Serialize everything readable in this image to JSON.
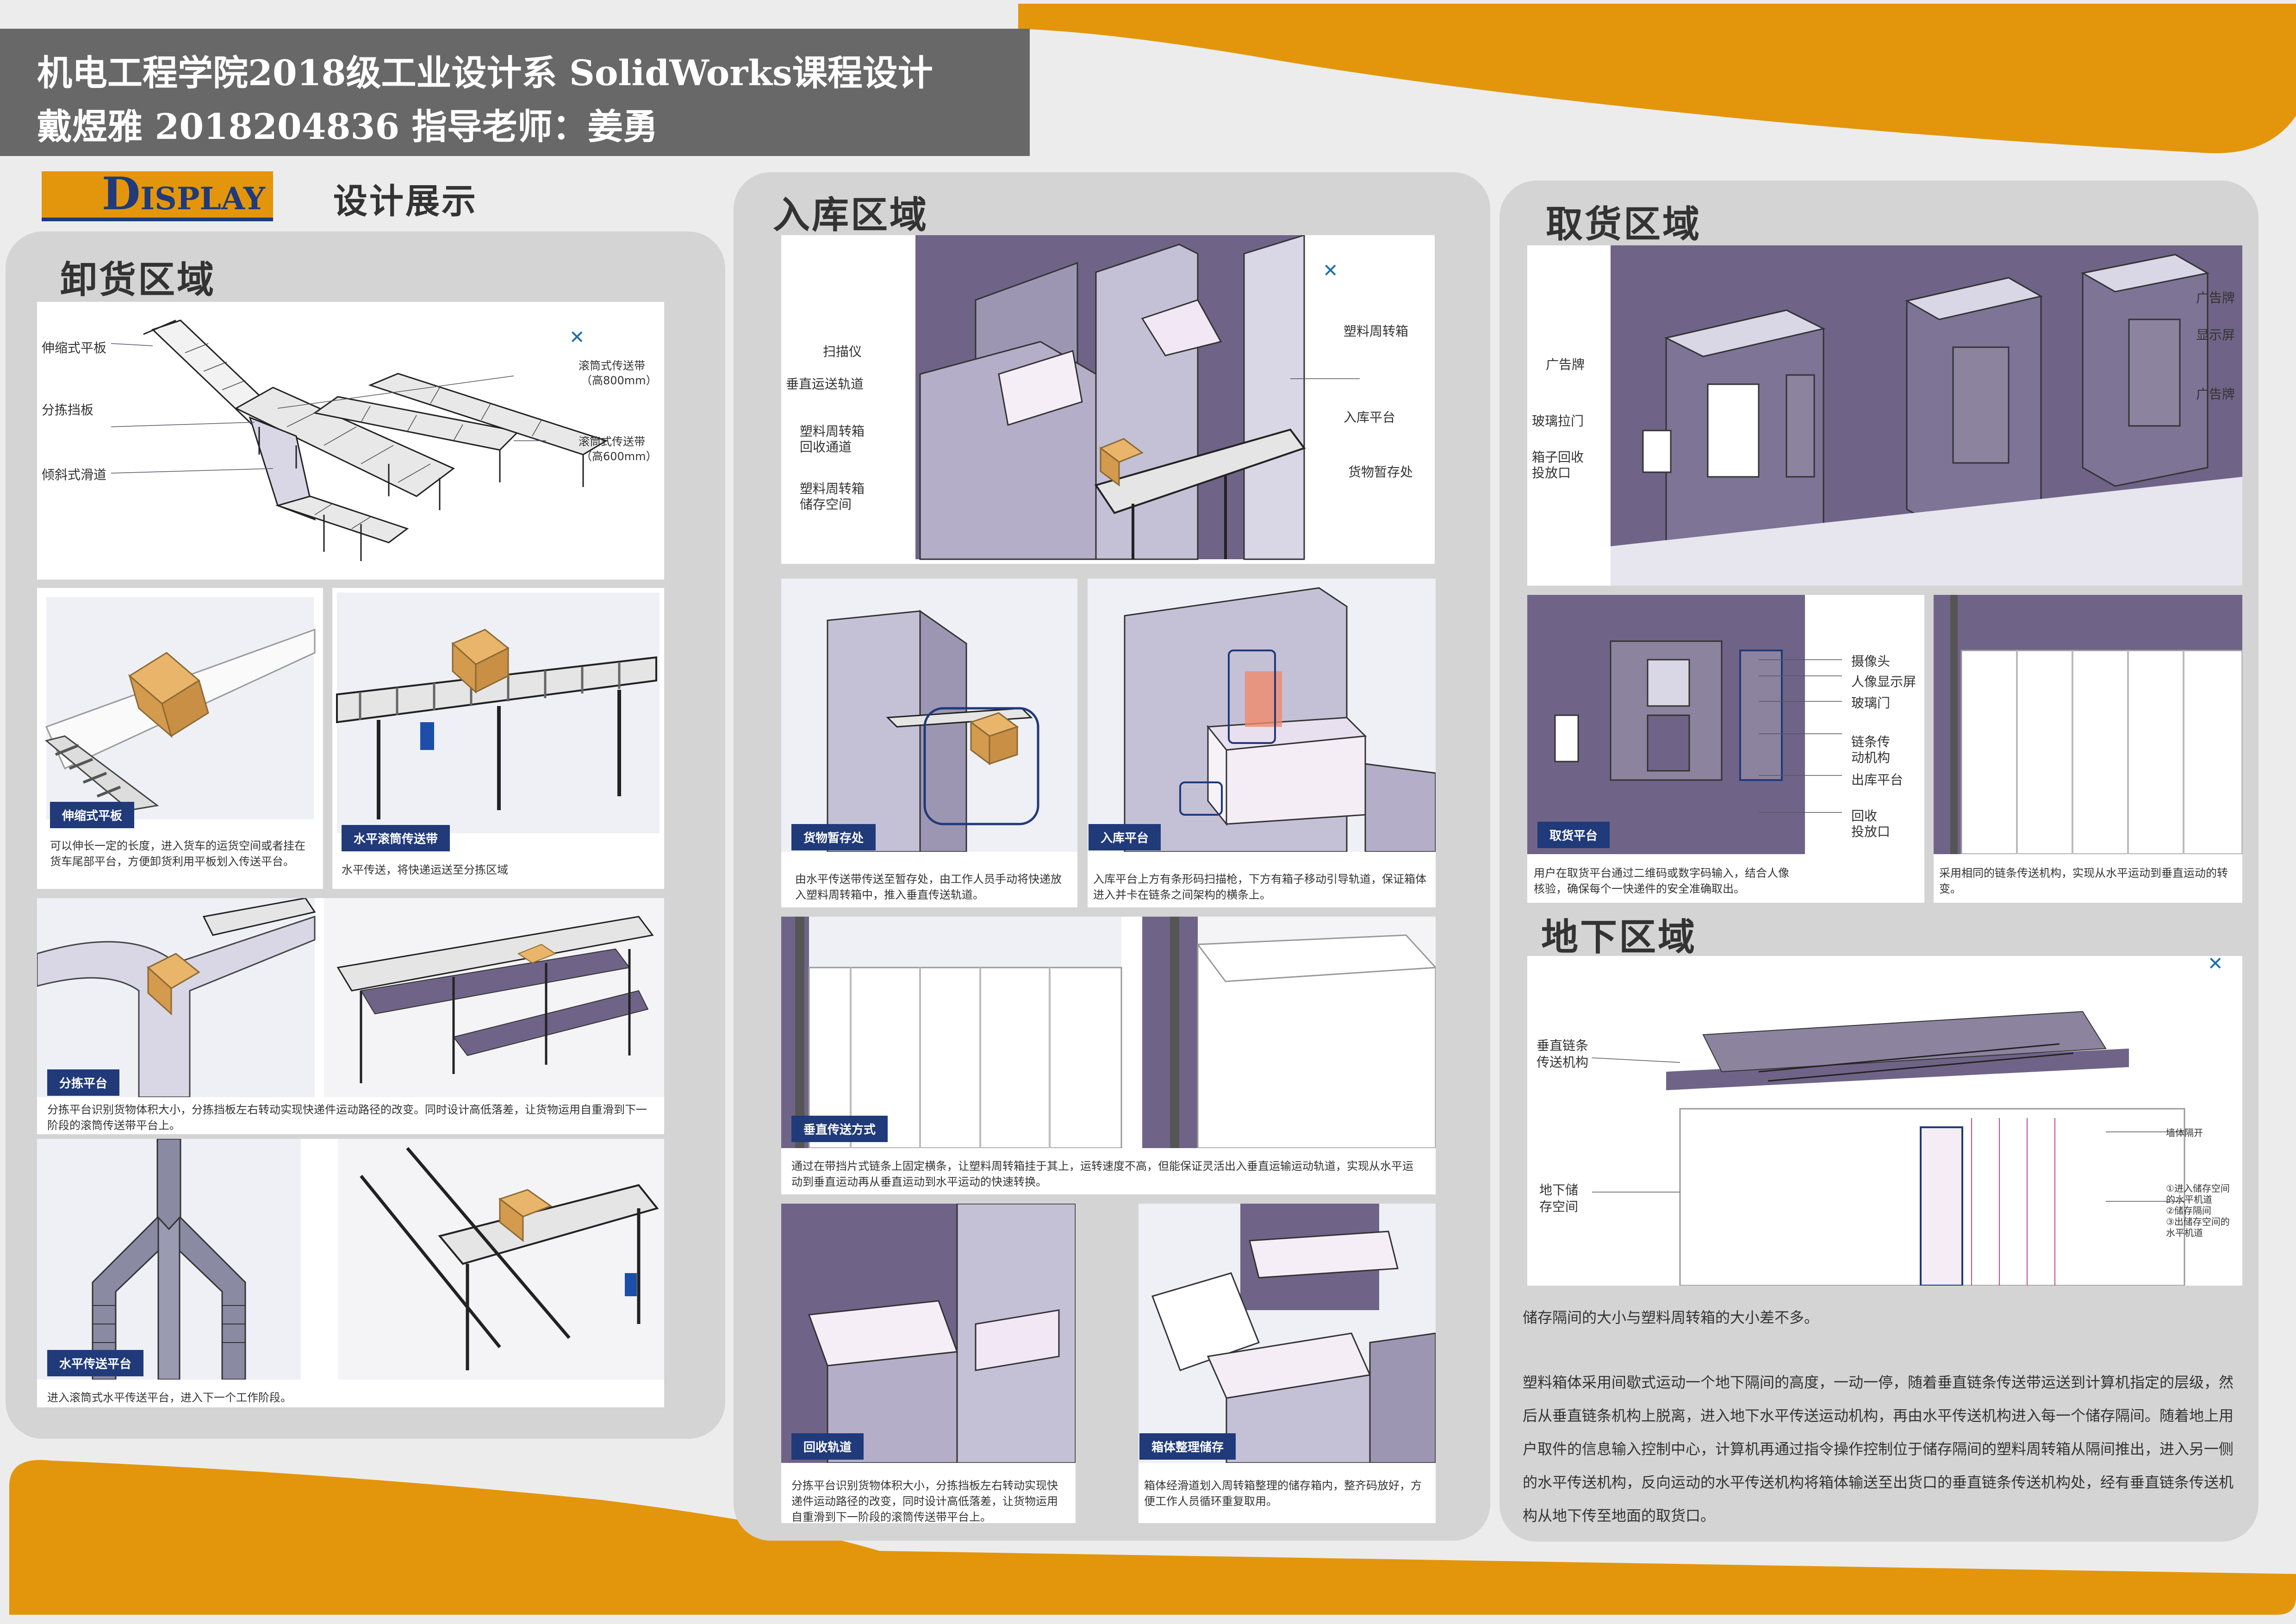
{
  "colors": {
    "accent": "#e3960c",
    "title_bar": "#686868",
    "panel": "#d4d4d4",
    "tag_bg": "#203a7a",
    "machine_purple": "#6f6487",
    "machine_light": "#d9d6e6"
  },
  "header": {
    "line1": "机电工程学院2018级工业设计系 SolidWorks课程设计",
    "line2": "戴煜雅 2018204836 指导老师：姜勇"
  },
  "display": {
    "initial": "D",
    "rest": "ISPLAY",
    "subtitle": "设计展示"
  },
  "unloading": {
    "title": "卸货区域",
    "main": {
      "labels": [
        "伸缩式平板",
        "分拣挡板",
        "倾斜式滑道"
      ],
      "right_labels": [
        "滚筒式传送带",
        "（高800mm）",
        "滚筒式传送带",
        "（高600mm）"
      ]
    },
    "cards": [
      {
        "tag": "伸缩式平板",
        "caption": "可以伸长一定的长度，进入货车的运货空间或者挂在货车尾部平台，方便卸货利用平板划入传送平台。"
      },
      {
        "tag": "水平滚筒传送带",
        "caption": "水平传送，将快递运送至分拣区域"
      },
      {
        "tag": "分拣平台",
        "caption": "分拣平台识别货物体积大小，分拣挡板左右转动实现快递件运动路径的改变。同时设计高低落差，让货物运用自重滑到下一阶段的滚筒传送带平台上。"
      },
      {
        "tag": "水平传送平台",
        "caption": "进入滚筒式水平传送平台，进入下一个工作阶段。"
      }
    ]
  },
  "storage_in": {
    "title": "入库区域",
    "main": {
      "left_labels": [
        "扫描仪",
        "垂直运送轨道",
        "塑料周转箱",
        "回收通道",
        "塑料周转箱",
        "储存空间"
      ],
      "right_labels": [
        "塑料周转箱",
        "入库平台",
        "货物暂存处"
      ]
    },
    "cards": [
      {
        "tag": "货物暂存处",
        "caption": "由水平传送带传送至暂存处，由工作人员手动将快递放入塑料周转箱中，推入垂直传送轨道。"
      },
      {
        "tag": "入库平台",
        "caption": "入库平台上方有条形码扫描枪，下方有箱子移动引导轨道，保证箱体进入并卡在链条之间架构的横条上。"
      },
      {
        "tag": "垂直传送方式",
        "caption": "通过在带挡片式链条上固定横条，让塑料周转箱挂于其上，运转速度不高，但能保证灵活出入垂直运输运动轨道，实现从水平运动到垂直运动再从垂直运动到水平运动的快速转换。"
      },
      {
        "tag": "回收轨道",
        "caption": "分拣平台识别货物体积大小，分拣挡板左右转动实现快递件运动路径的改变，同时设计高低落差，让货物运用自重滑到下一阶段的滚筒传送带平台上。"
      },
      {
        "tag": "箱体整理储存",
        "caption": "箱体经滑道划入周转箱整理的储存箱内，整齐码放好，方便工作人员循环重复取用。"
      }
    ]
  },
  "pickup": {
    "title": "取货区域",
    "main": {
      "left_labels": [
        "广告牌",
        "玻璃拉门",
        "箱子回收",
        "投放口"
      ],
      "right_labels": [
        "广告牌",
        "显示屏",
        "广告牌"
      ]
    },
    "detail_labels": [
      "摄像头",
      "人像显示屏",
      "玻璃门",
      "链条传",
      "动机构",
      "出库平台",
      "回收",
      "投放口"
    ],
    "cards": [
      {
        "tag": "取货平台",
        "caption": "用户在取货平台通过二维码或数字码输入，结合人像核验，确保每个一快递件的安全准确取出。"
      },
      {
        "tag": "",
        "caption": "采用相同的链条传送机构，实现从水平运动到垂直运动的转变。"
      }
    ]
  },
  "underground": {
    "title": "地下区域",
    "left_labels": [
      "垂直链条",
      "传送机构",
      "地下储",
      "存空间"
    ],
    "right_labels": [
      "墙体隔开",
      "①进入储存空间",
      "的水平机道",
      "②储存隔间",
      "③出储存空间的",
      "水平机道"
    ],
    "note": "储存隔间的大小与塑料周转箱的大小差不多。",
    "paragraph": "塑料箱体采用间歇式运动一个地下隔间的高度，一动一停，随着垂直链条传送带运送到计算机指定的层级，然后从垂直链条机构上脱离，进入地下水平传送运动机构，再由水平传送机构进入每一个储存隔间。随着地上用户取件的信息输入控制中心，计算机再通过指令操作控制位于储存隔间的塑料周转箱从隔间推出，进入另一侧的水平传送机构，反向运动的水平传送机构将箱体输送至出货口的垂直链条传送机构处，经有垂直链条传送机构从地下传至地面的取货口。"
  }
}
